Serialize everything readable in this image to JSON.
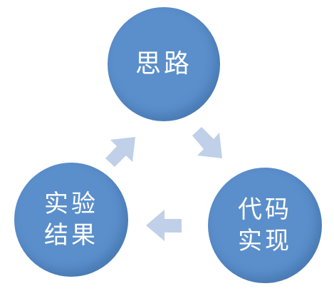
{
  "diagram": {
    "type": "cycle",
    "colors": {
      "node_fill": "#5b8fcb",
      "node_text": "#ffffff",
      "arrow_fill": "#bfd0e8"
    },
    "nodes": [
      {
        "id": "top",
        "lines": [
          "思路"
        ]
      },
      {
        "id": "right",
        "lines": [
          "代码",
          "实现"
        ]
      },
      {
        "id": "left",
        "lines": [
          "实验",
          "结果"
        ]
      }
    ],
    "arrows": [
      {
        "from": "top",
        "to": "right"
      },
      {
        "from": "right",
        "to": "left"
      },
      {
        "from": "left",
        "to": "top"
      }
    ]
  }
}
